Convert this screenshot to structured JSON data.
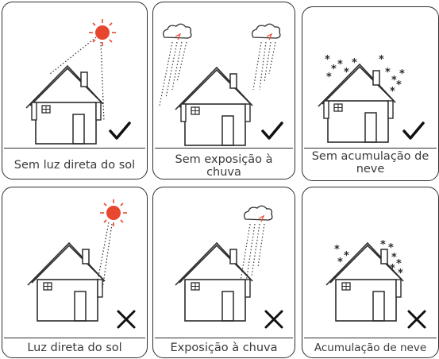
{
  "panels": [
    {
      "id": "p1",
      "caption": "Sem luz direta do sol",
      "mark": "check",
      "hazard": "sun"
    },
    {
      "id": "p2",
      "caption": "Sem exposição à chuva",
      "mark": "check",
      "hazard": "rain"
    },
    {
      "id": "p3",
      "caption": "Sem acumulação de neve",
      "mark": "check",
      "hazard": "snow"
    },
    {
      "id": "p4",
      "caption": "Luz direta do sol",
      "mark": "cross",
      "hazard": "sun"
    },
    {
      "id": "p5",
      "caption": "Exposição à chuva",
      "mark": "cross",
      "hazard": "rain"
    },
    {
      "id": "p6",
      "caption": "Acumulação de neve",
      "mark": "cross",
      "hazard": "snow"
    }
  ],
  "colors": {
    "sun": "#e8472f",
    "ink": "#2b2b2b",
    "text": "#3a3a3a"
  }
}
